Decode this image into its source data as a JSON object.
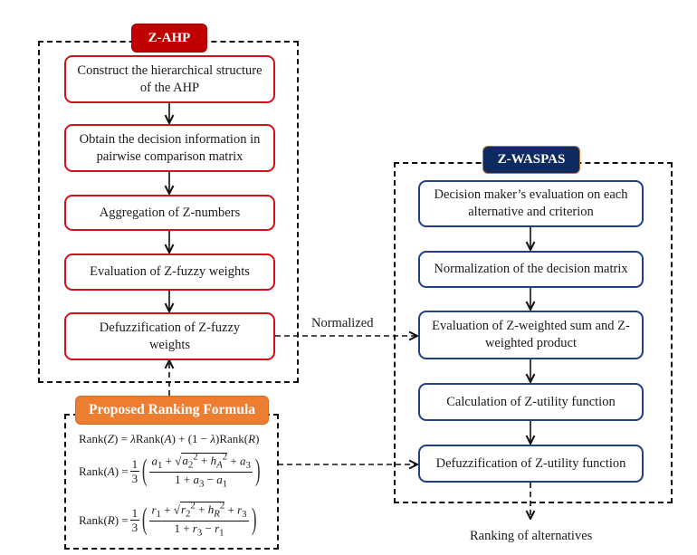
{
  "zahp": {
    "label": "Z-AHP",
    "steps": [
      "Construct the hierarchical structure of the AHP",
      "Obtain the decision information in pairwise comparison matrix",
      "Aggregation of Z-numbers",
      "Evaluation of Z-fuzzy weights",
      "Defuzzification of Z-fuzzy weights"
    ]
  },
  "zwaspas": {
    "label": "Z-WASPAS",
    "steps": [
      "Decision maker’s evaluation on each alternative and criterion",
      "Normalization of the decision matrix",
      "Evaluation of Z-weighted sum and Z-weighted product",
      "Calculation of Z-utility function",
      "Defuzzification of Z-utility function"
    ]
  },
  "ranking_formula": {
    "label": "Proposed Ranking Formula",
    "formula_z": {
      "lhs": "Rank(Z) =",
      "rhs": "λRank(A) + (1 − λ)Rank(R)"
    },
    "formula_a": {
      "lhs": "Rank(A) =",
      "coef": "1/3",
      "numerator": "a1 + √(a2² + hA²) + a3",
      "denominator": "1 + a3 − a1"
    },
    "formula_r": {
      "lhs": "Rank(R) =",
      "coef": "1/3",
      "numerator": "r1 + √(r2² + hR²) + r3",
      "denominator": "1 + r3 − r1"
    }
  },
  "connector_label": "Normalized",
  "output_label": "Ranking of alternatives",
  "colors": {
    "zahp_accent": "#c00000",
    "zahp_border": "#d0101a",
    "zwaspas_accent": "#0f2a5f",
    "zwaspas_border": "#1f3f86",
    "formula_accent": "#ed7d31"
  }
}
